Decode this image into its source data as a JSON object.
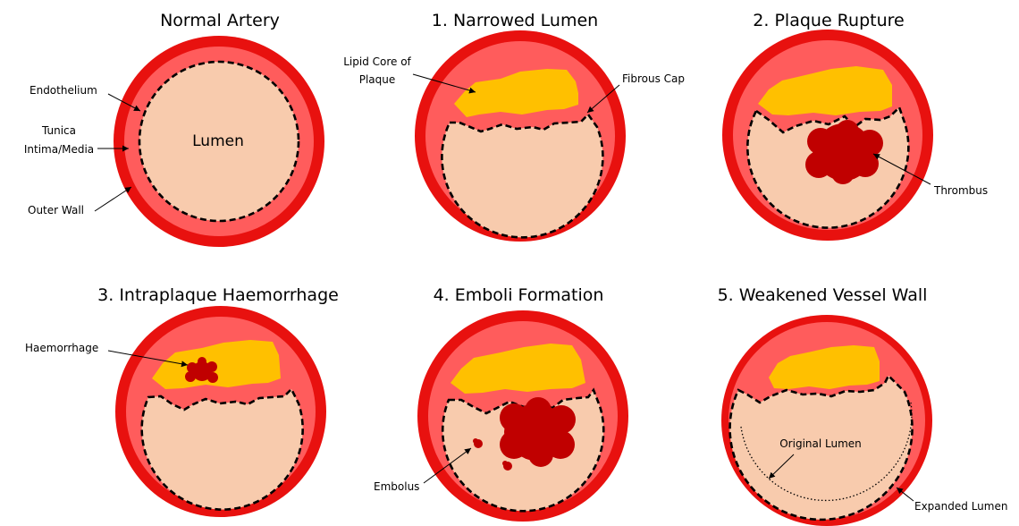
{
  "colors": {
    "outer_wall": "#e8110f",
    "tunica": "#ff5c5c",
    "lumen": "#f8cbad",
    "lipid_core": "#ffc000",
    "blood": "#c00000",
    "border": "#000000",
    "background": "#ffffff"
  },
  "panels": [
    {
      "id": "normal",
      "title": "Normal Artery",
      "labels": {
        "endothelium": "Endothelium",
        "tunica_line1": "Tunica",
        "tunica_line2": "Intima/Media",
        "outer_wall": "Outer Wall",
        "lumen": "Lumen"
      }
    },
    {
      "id": "narrowed",
      "title": "1. Narrowed Lumen",
      "labels": {
        "lipid_line1": "Lipid Core of",
        "lipid_line2": "Plaque",
        "fibrous_cap": "Fibrous Cap"
      }
    },
    {
      "id": "rupture",
      "title": "2. Plaque Rupture",
      "labels": {
        "thrombus": "Thrombus"
      }
    },
    {
      "id": "haemorrhage",
      "title": "3. Intraplaque Haemorrhage",
      "labels": {
        "haemorrhage": "Haemorrhage"
      }
    },
    {
      "id": "emboli",
      "title": "4. Emboli Formation",
      "labels": {
        "embolus": "Embolus"
      }
    },
    {
      "id": "weakened",
      "title": "5. Weakened Vessel Wall",
      "labels": {
        "original_lumen": "Original Lumen",
        "expanded_lumen": "Expanded Lumen"
      }
    }
  ]
}
